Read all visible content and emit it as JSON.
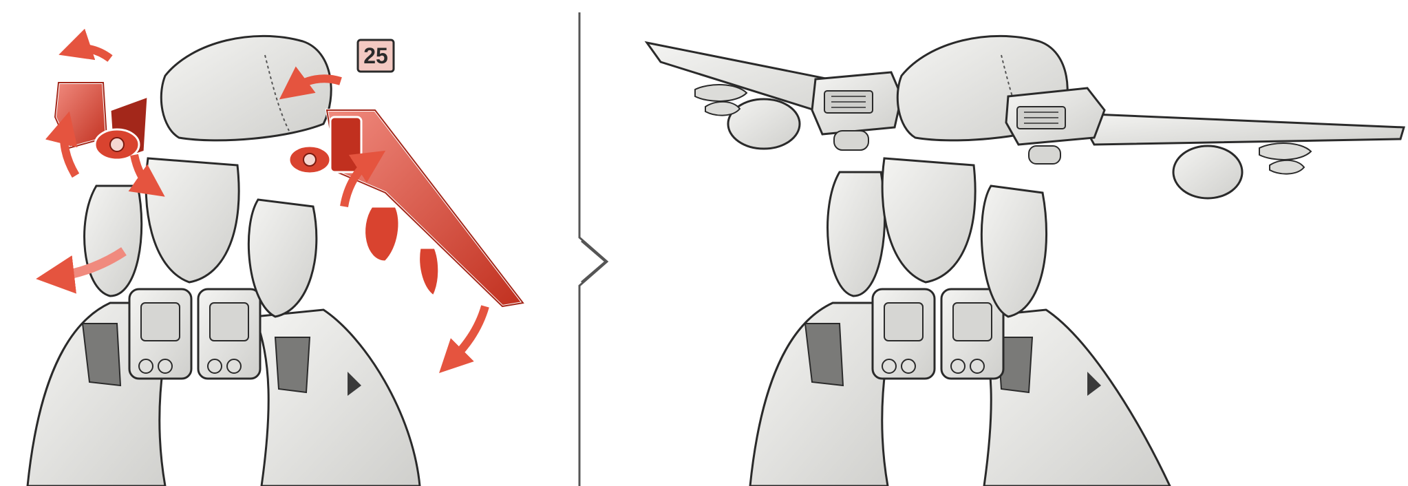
{
  "step": {
    "number_label": "25"
  },
  "panels": [
    {
      "id": "before",
      "caption": ""
    },
    {
      "id": "after",
      "caption": ""
    }
  ],
  "colors": {
    "background": "#ffffff",
    "line_art": "#2a2a2a",
    "part_fill": "#e8e8e6",
    "part_shadow": "#c9c9c6",
    "highlight_red": "#d9432f",
    "highlight_red_dark": "#a3271a",
    "highlight_pink": "#f08a7e",
    "arrow_red": "#e5543f"
  },
  "icons": {
    "motion_arrows": "curved-red-arrow-icon",
    "transition_marker": "chevron-right-icon"
  }
}
